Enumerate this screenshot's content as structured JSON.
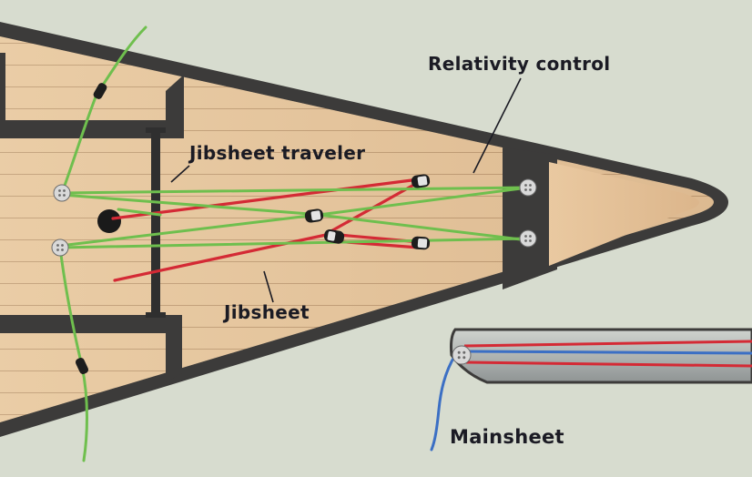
{
  "labels": {
    "relativity_control": "Relativity control",
    "jibsheet_traveler": "Jibsheet traveler",
    "jibsheet": "Jibsheet",
    "mainsheet": "Mainsheet"
  },
  "colors": {
    "background": "#d7dccf",
    "deck_wood": "#e7c9a2",
    "deck_plank_line": "#a98a68",
    "hull_frame": "#3c3b3a",
    "jibsheet": "#d42a35",
    "control_line": "#6fbf4e",
    "mainsheet": "#3b6fc4",
    "block": "#1d1d1d",
    "sheave": "#d9d9d9"
  },
  "icons": {
    "block": "pulley-block-icon",
    "sheave": "sheave-icon"
  }
}
